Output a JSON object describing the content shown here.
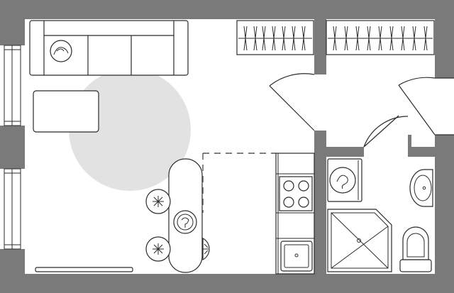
{
  "floor_plan": {
    "rooms": [
      "studio",
      "hallway",
      "bathroom"
    ],
    "furniture": [
      "sofa",
      "coffee-table",
      "round-rug",
      "dining-table",
      "chairs",
      "kitchen-counter",
      "hob",
      "sink",
      "wardrobe",
      "washing-machine",
      "shower",
      "washbasin",
      "toilet"
    ],
    "colors": {
      "wall": "#7a7a7a",
      "line": "#2b2b2b",
      "rug": "#e2e2e2",
      "background": "#ffffff"
    }
  }
}
